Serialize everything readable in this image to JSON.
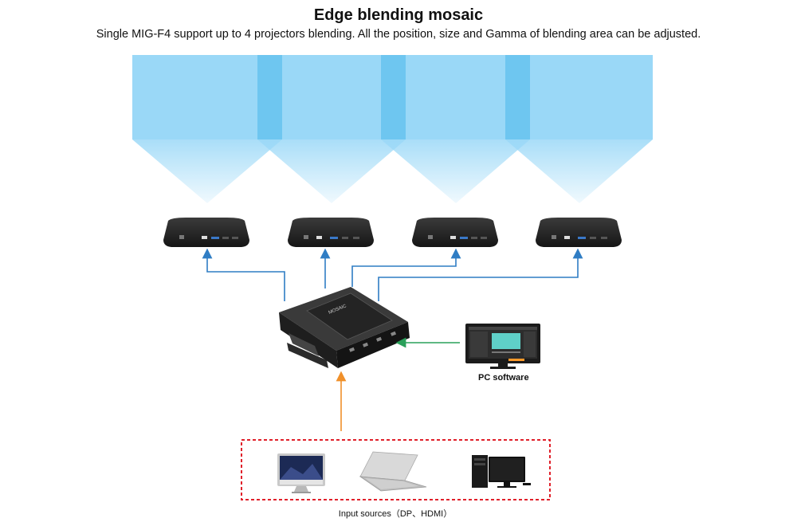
{
  "header": {
    "title": "Edge blending mosaic",
    "subtitle": "Single MIG-F4 support up to 4 projectors blending. All the position, size and Gamma of blending area can be adjusted."
  },
  "labels": {
    "pc_software": "PC software",
    "input_sources": "Input sources（DP、HDMI）"
  },
  "colors": {
    "screen": "#9ad8f7",
    "blend_overlap": "#6ec6f0",
    "arrow_blue": "#2f7dc4",
    "arrow_green": "#2aa05a",
    "arrow_orange": "#f0902a",
    "dashed_border": "#e0202a"
  },
  "devices": {
    "projector_count": 4,
    "controller": "MIG-F4 mosaic processor",
    "input_devices": [
      "imac-icon",
      "laptop-icon",
      "desktop-pc-icon"
    ]
  }
}
